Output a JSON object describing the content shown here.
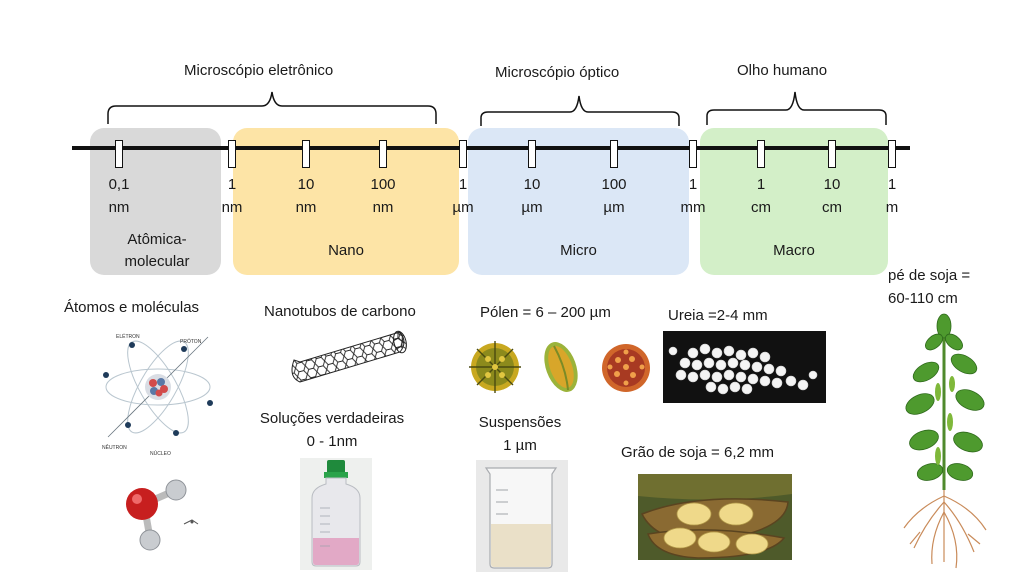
{
  "instruments": [
    {
      "id": "electron",
      "label": "Microscópio eletrônico"
    },
    {
      "id": "optical",
      "label": "Microscópio óptico"
    },
    {
      "id": "eye",
      "label": "Olho humano"
    }
  ],
  "regions": [
    {
      "id": "atomic",
      "label": "Atômica-\nmolecular",
      "color": "#d9d9d9"
    },
    {
      "id": "nano",
      "label": "Nano",
      "color": "#fde4a6"
    },
    {
      "id": "micro",
      "label": "Micro",
      "color": "#dbe7f6"
    },
    {
      "id": "macro",
      "label": "Macro",
      "color": "#d3efc8"
    }
  ],
  "ticks": [
    {
      "value": "0,1",
      "unit": "nm"
    },
    {
      "value": "1",
      "unit": "nm"
    },
    {
      "value": "10",
      "unit": "nm"
    },
    {
      "value": "100",
      "unit": "nm"
    },
    {
      "value": "1",
      "unit": "µm"
    },
    {
      "value": "10",
      "unit": "µm"
    },
    {
      "value": "100",
      "unit": "µm"
    },
    {
      "value": "1",
      "unit": "mm"
    },
    {
      "value": "1",
      "unit": "cm"
    },
    {
      "value": "10",
      "unit": "cm"
    },
    {
      "value": "1",
      "unit": "m"
    }
  ],
  "examples": {
    "atoms": {
      "title": "Átomos e moléculas",
      "labels": {
        "electron": "ELÉTRON",
        "proton": "PRÓTON",
        "neutron": "NÊUTRON",
        "nucleus": "NÚCLEO"
      }
    },
    "nanotubes": {
      "title": "Nanotubos de carbono"
    },
    "true_solutions": {
      "title": "Soluções verdadeiras",
      "range": "0 - 1nm"
    },
    "pollen": {
      "title": "Pólen = 6 – 200 µm"
    },
    "suspensions": {
      "title": "Suspensões",
      "range": "1 µm"
    },
    "urea": {
      "title": "Ureia =2-4 mm"
    },
    "soy_grain": {
      "title": "Grão de soja = 6,2 mm"
    },
    "soy_plant": {
      "title": "pé de soja =",
      "range": "60-110 cm"
    }
  }
}
